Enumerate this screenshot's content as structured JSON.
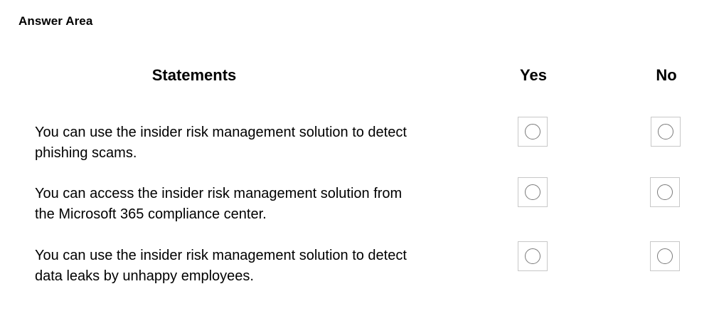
{
  "answer_area": {
    "title": "Answer Area"
  },
  "columns": {
    "statements": "Statements",
    "yes": "Yes",
    "no": "No"
  },
  "rows": [
    {
      "line1": "You can use the insider risk management solution to detect",
      "line2": "phishing scams.",
      "yes_selected": false,
      "no_selected": false
    },
    {
      "line1": "You can access the insider risk management solution from",
      "line2": "the Microsoft 365 compliance center.",
      "yes_selected": false,
      "no_selected": false
    },
    {
      "line1": "You can use the insider risk management solution to detect",
      "line2": "data leaks by unhappy employees.",
      "yes_selected": false,
      "no_selected": false
    }
  ]
}
